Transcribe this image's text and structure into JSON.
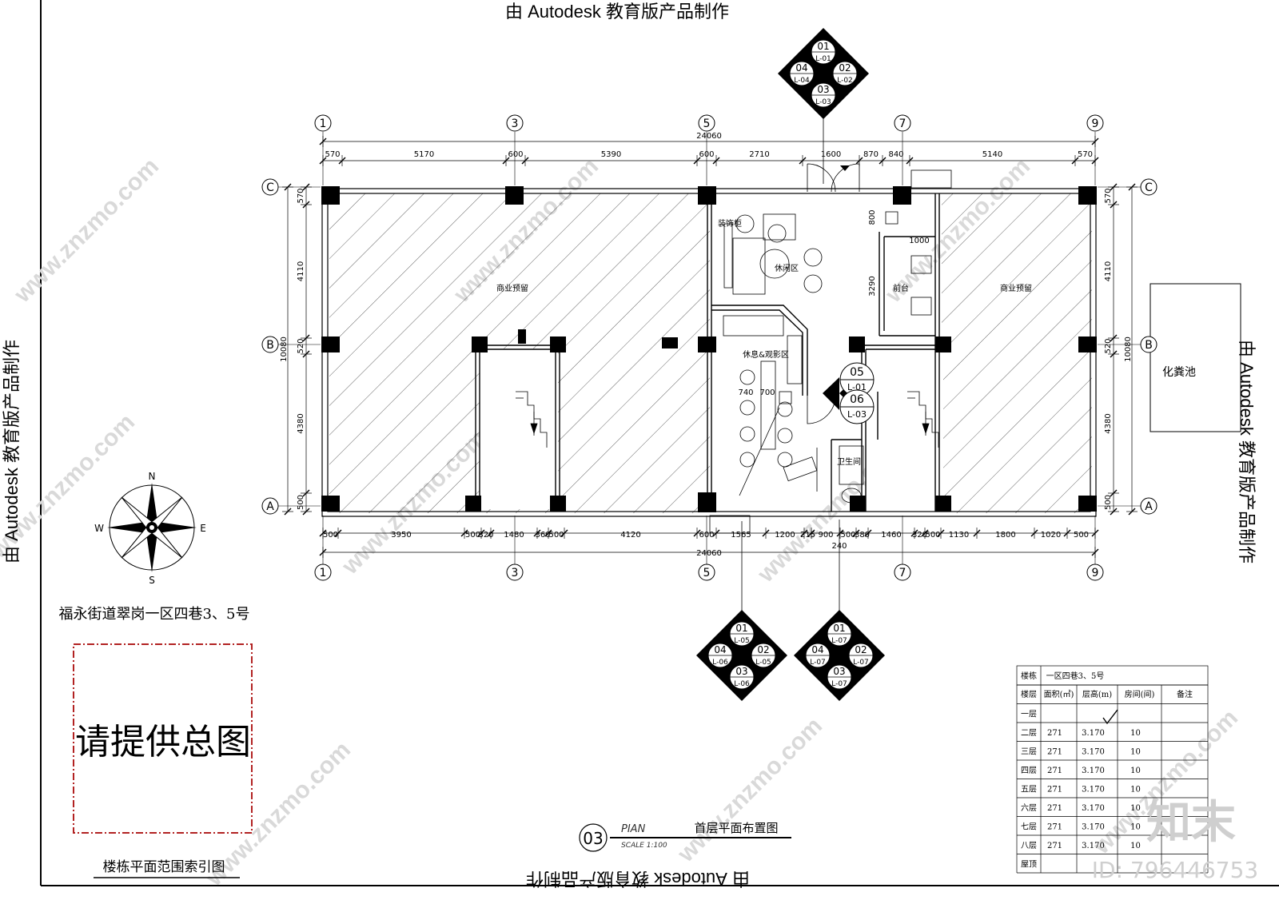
{
  "stamps": {
    "top": "由 Autodesk 教育版产品制作",
    "bottom": "由 Autodesk 教育版产品制作",
    "left": "由 Autodesk 教育版产品制作",
    "right": "由 Autodesk 教育版产品制作"
  },
  "watermark": {
    "site": "www.znzmo.com",
    "brand": "知末",
    "id": "ID: 796446753"
  },
  "address": "福永街道翠岗一区四巷3、5号",
  "compass": {
    "n": "N",
    "s": "S",
    "e": "E",
    "w": "W"
  },
  "site_box": {
    "text": "请提供总图",
    "caption": "楼栋平面范围索引图"
  },
  "grid": {
    "columns": [
      "1",
      "3",
      "5",
      "7",
      "9"
    ],
    "rows": [
      "C",
      "B",
      "A"
    ]
  },
  "dims": {
    "overall": "24060",
    "top": [
      "570",
      "5170",
      "600",
      "5390",
      "600",
      "2710",
      "1600",
      "870",
      "840",
      "5140",
      "570"
    ],
    "bottom": [
      "500",
      "3950",
      "500",
      "320",
      "1480",
      "360",
      "500",
      "4120",
      "600",
      "1565",
      "1200",
      "215",
      "900",
      "500",
      "380",
      "1460",
      "320",
      "500",
      "1130",
      "1800",
      "1020",
      "500"
    ],
    "bottom_extra": "240",
    "left": [
      "570",
      "4110",
      "520",
      "4380",
      "500"
    ],
    "left_total": "10080",
    "right": [
      "570",
      "4110",
      "520",
      "4380",
      "500"
    ],
    "right_total": "10080",
    "inner": [
      "800",
      "1000",
      "3290",
      "740",
      "700"
    ]
  },
  "rooms": {
    "shop_left": "商业预留",
    "shop_right": "商业预留",
    "lounge": "休闲区",
    "cabinet": "装饰柜",
    "reception": "前台",
    "media": "休息&观影区",
    "toilet": "卫生间",
    "septic": "化粪池"
  },
  "markers": [
    {
      "q": [
        "01",
        "02",
        "03",
        "04"
      ],
      "r": [
        "L-01",
        "L-02",
        "L-03",
        "L-04"
      ]
    },
    {
      "q": [
        "01",
        "02",
        "03",
        "04"
      ],
      "r": [
        "L-05",
        "L-05",
        "L-06",
        "L-06"
      ]
    },
    {
      "q": [
        "01",
        "02",
        "03",
        "04"
      ],
      "r": [
        "L-07",
        "L-07",
        "L-07",
        "L-07"
      ]
    }
  ],
  "elev_marker": {
    "a": "05",
    "a_ref": "L-01",
    "b": "06",
    "b_ref": "L-03"
  },
  "title_block": {
    "num": "03",
    "pian": "PIAN",
    "scale": "SCALE 1:100",
    "title": "首层平面布置图"
  },
  "table": {
    "building_label": "楼栋",
    "building_value": "一区四巷3、5号",
    "headers": [
      "楼层",
      "面积(㎡)",
      "层高(m)",
      "房间(间)",
      "备注"
    ],
    "rows": [
      [
        "一层",
        "",
        "",
        "",
        ""
      ],
      [
        "二层",
        "271",
        "3.170",
        "10",
        ""
      ],
      [
        "三层",
        "271",
        "3.170",
        "10",
        ""
      ],
      [
        "四层",
        "271",
        "3.170",
        "10",
        ""
      ],
      [
        "五层",
        "271",
        "3.170",
        "10",
        ""
      ],
      [
        "六层",
        "271",
        "3.170",
        "10",
        ""
      ],
      [
        "七层",
        "271",
        "3.170",
        "10",
        ""
      ],
      [
        "八层",
        "271",
        "3.170",
        "10",
        ""
      ],
      [
        "屋顶",
        "",
        "",
        "",
        ""
      ]
    ]
  }
}
